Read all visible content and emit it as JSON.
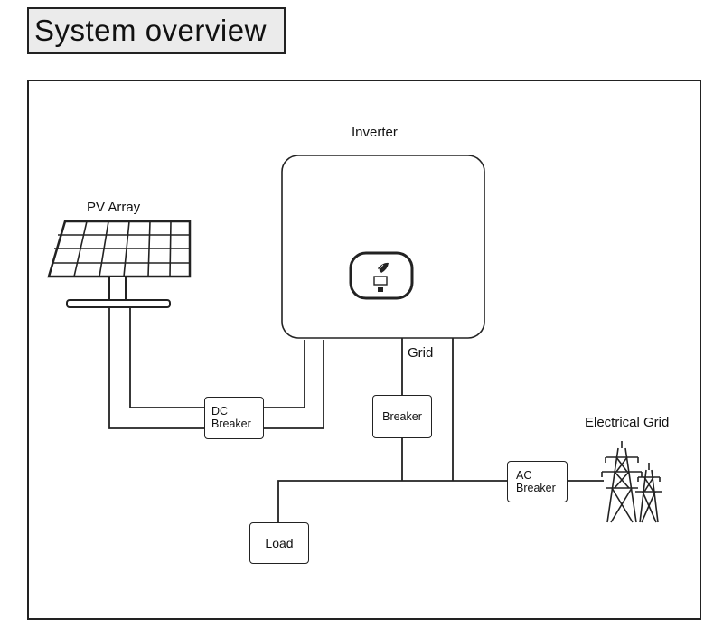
{
  "header": {
    "title": "System overview"
  },
  "diagram": {
    "inverter_label": "Inverter",
    "pv_array_label": "PV Array",
    "grid_port_label": "Grid",
    "electrical_grid_label": "Electrical Grid",
    "dc_breaker": {
      "line1": "DC",
      "line2": "Breaker"
    },
    "breaker_label": "Breaker",
    "ac_breaker": {
      "line1": "AC",
      "line2": "Breaker"
    },
    "load_label": "Load"
  },
  "icons": [
    "solar-panel-icon",
    "inverter-display-icon",
    "leaf-icon",
    "power-tower-icon"
  ]
}
